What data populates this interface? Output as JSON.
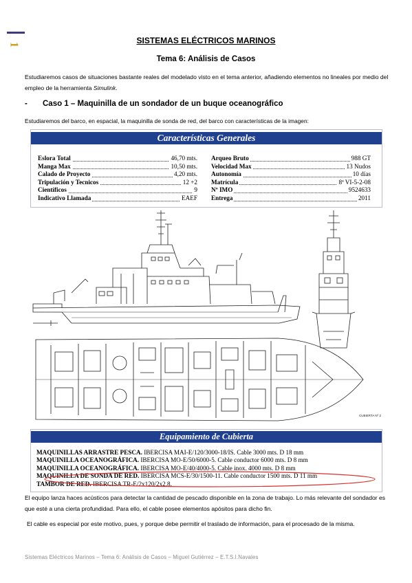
{
  "page": {
    "number": "1"
  },
  "header": {
    "title": "SISTEMAS ELÉCTRICOS MARINOS",
    "subtitle": "Tema 6: Análisis de Casos"
  },
  "intro": {
    "text": "Estudiaremos casos de situaciones bastante reales del modelado visto en el tema anterior, añadiendo elementos no lineales por medio del empleo de la herramienta ",
    "emphasis": "Simulink",
    "end": "."
  },
  "case": {
    "dash": "-",
    "heading": "Caso 1 – Maquinilla de un sondador de un buque oceanográfico",
    "intro": "Estudiaremos del barco, en espacial, la maquinilla de sonda de red, del barco con características de la imagen:"
  },
  "figure": {
    "characteristics": {
      "title": "Características Generales",
      "left": [
        {
          "label": "Eslora Total",
          "value": "46,70 mts."
        },
        {
          "label": "Manga Max",
          "value": "10,50 mts."
        },
        {
          "label": "Calado de Proyecto",
          "value": "4,20 mts."
        },
        {
          "label": "Tripulación y Tecnicos",
          "value": "12 +2"
        },
        {
          "label": "Científicos",
          "value": "9"
        },
        {
          "label": "Indicativo Llamada",
          "value": "EAEF"
        }
      ],
      "right": [
        {
          "label": "Arqueo Bruto",
          "value": "988 GT"
        },
        {
          "label": "Velocidad Max",
          "value": "13 Nudos"
        },
        {
          "label": "Autonomía",
          "value": "10 días"
        },
        {
          "label": "Matrícula",
          "value": "8ª VI-5-2-08"
        },
        {
          "label": "Nº IMO",
          "value": "9524633"
        },
        {
          "label": "Entrega",
          "value": "2011"
        }
      ]
    },
    "drawing_labels": {
      "deck": "CUBIERTA Nº 2"
    },
    "equipment": {
      "title": "Equipamiento de Cubierta",
      "lines": [
        {
          "name": "MAQUINILLAS ARRASTRE PESCA.",
          "spec": "IBERCISA MAI-E/120/3000-18/IS. Cable 3000 mts. D 18 mm"
        },
        {
          "name": "MAQUINILLA OCEANOGRÁFICA.",
          "spec": "IBERCISA MO-E/50/6000-5. Cable conductor 6000 mts. D 8 mm"
        },
        {
          "name": "MAQUINILLA OCEANOGRÁFICA.",
          "spec": "IBERCISA MO-E/40/4000-5. Cable inox. 4000 mts. D 8 mm"
        },
        {
          "name": "MAQUINILLA DE SONDA DE RED.",
          "spec": "IBERCISA MCS-E/30/1500-11. Cable conductor 1500 mts. D 11 mm"
        },
        {
          "name": "TAMBOR DE RED.",
          "spec": "IBERCISA TR-E/2x120/2x2.8."
        }
      ]
    }
  },
  "paragraphs": {
    "p1": "El equipo lanza haces acústicos para detectar la cantidad de pescado disponible en la zona de trabajo. Lo más relevante del sondador es que esté a una cierta profundidad. Para ello, el cable posee elementos apósitos para dicho fin.",
    "p2": "El cable es especial por este motivo, pues, y porque debe permitir el traslado de información, para el procesado de la misma."
  },
  "footer": {
    "text": "Sistemas Eléctricos Marinos – Tema 6: Análisis de Casos – Miguel Gutiérrez – E.T.S.I.Navales"
  },
  "colors": {
    "banner": "#1f3f8f",
    "page_number": "#c9a227",
    "highlight": "#d9302c",
    "footer": "#8a8a8a"
  }
}
